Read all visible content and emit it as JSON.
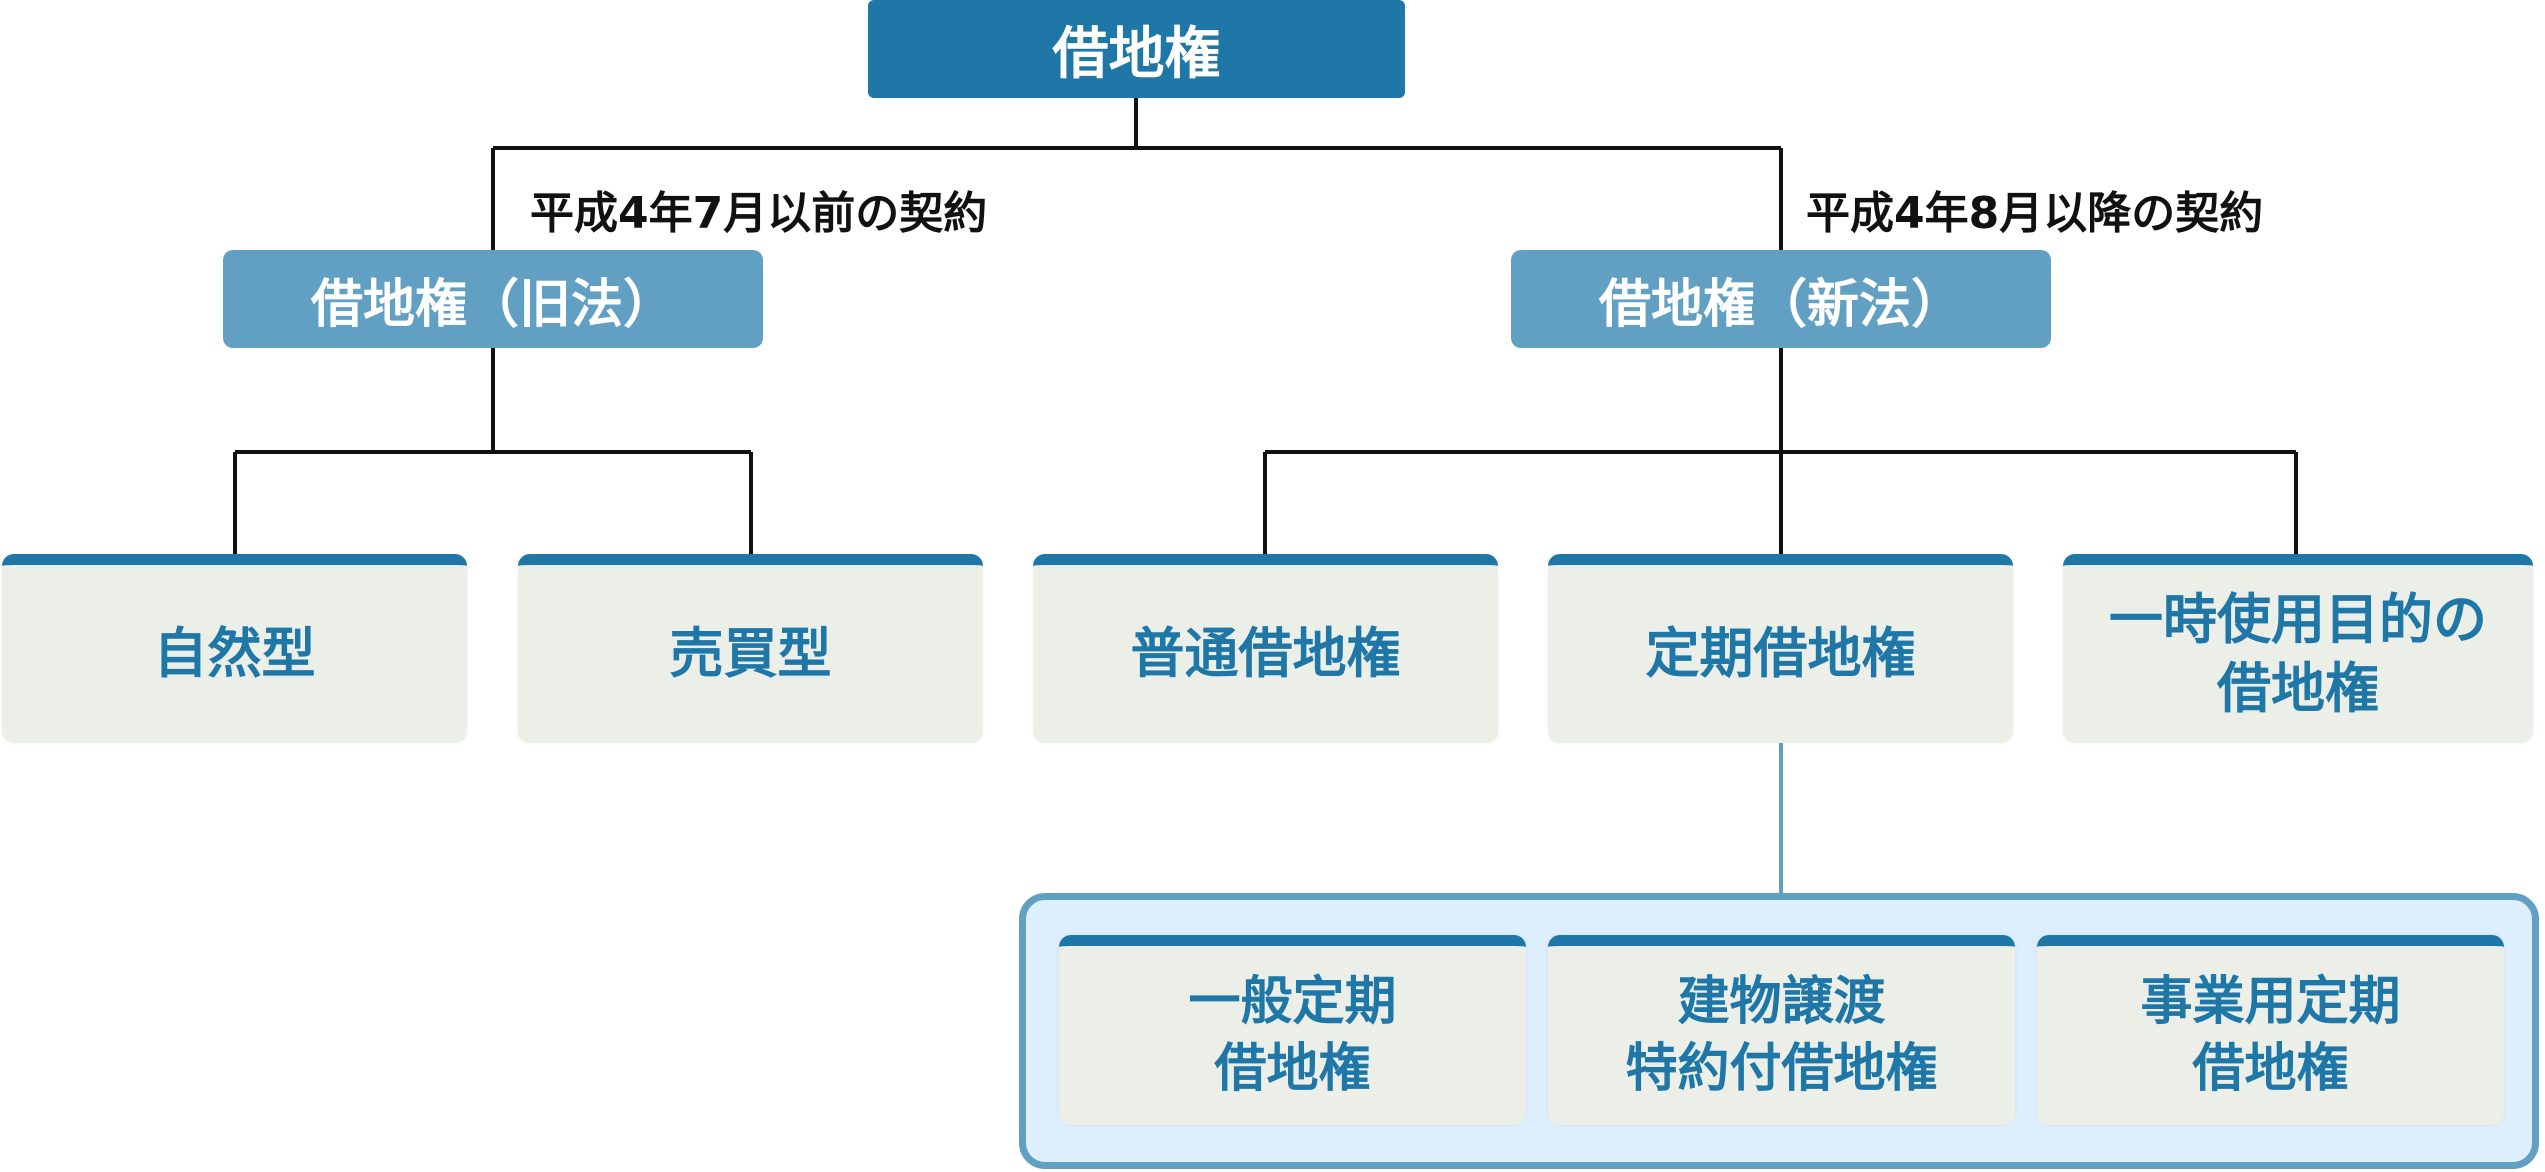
{
  "root": {
    "label": "借地権"
  },
  "branches": [
    {
      "period_label": "平成4年7月以前の契約",
      "law_label": "借地権（旧法）",
      "types": [
        "自然型",
        "売買型"
      ]
    },
    {
      "period_label": "平成4年8月以降の契約",
      "law_label": "借地権（新法）",
      "types": [
        "普通借地権",
        "定期借地権",
        "一時使用目的の借地権"
      ]
    }
  ],
  "fixed_term_types": {
    "items": [
      {
        "line1": "一般定期",
        "line2": "借地権"
      },
      {
        "line1": "建物譲渡",
        "line2": "特約付借地権"
      },
      {
        "line1": "事業用定期",
        "line2": "借地権"
      }
    ]
  },
  "colors": {
    "primary": "#1f77a8",
    "secondary": "#62a0c3",
    "leaf_background": "#ecefe8",
    "group_background": "#ddeefc"
  }
}
